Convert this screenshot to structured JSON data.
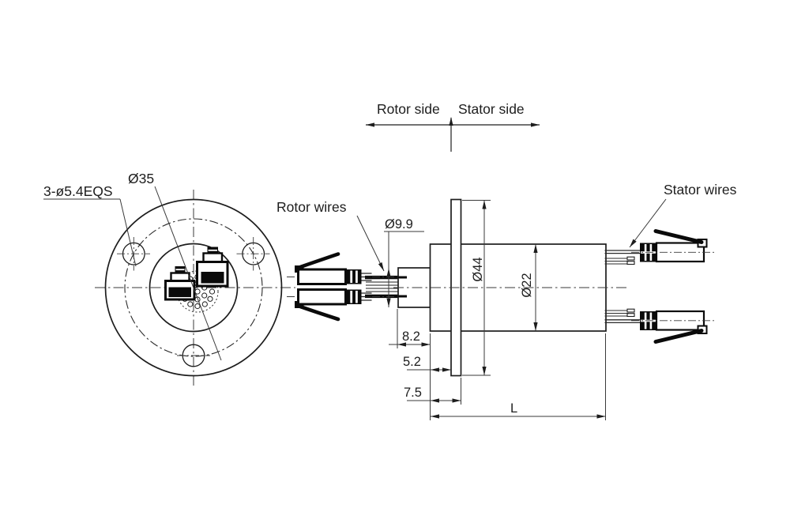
{
  "header": {
    "rotor_side": "Rotor side",
    "stator_side": "Stator side"
  },
  "front_view": {
    "bolt_pattern_label": "3-ø5.4EQS",
    "bolt_circle_label": "Ø35"
  },
  "labels": {
    "rotor_wires": "Rotor wires",
    "stator_wires": "Stator wires"
  },
  "dimensions": {
    "shaft_dia": "Ø9.9",
    "flange_dia": "Ø44",
    "body_dia": "Ø22",
    "offset_8_2": "8.2",
    "offset_5_2": "5.2",
    "offset_7_5": "7.5",
    "length": "L"
  },
  "colors": {
    "line": "#1d1d1d",
    "background": "#ffffff"
  }
}
